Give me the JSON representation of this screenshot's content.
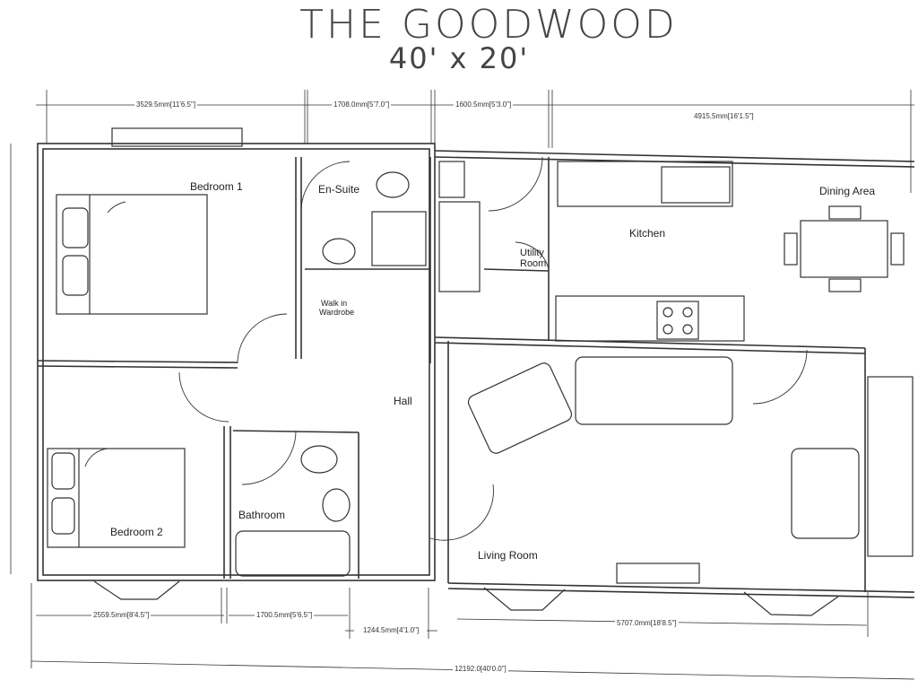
{
  "title": "THE GOODWOOD",
  "subtitle": "40' x 20'",
  "rooms": {
    "bedroom1": "Bedroom 1",
    "ensuite": "En-Suite",
    "walk_in_wardrobe_1": "Walk in",
    "walk_in_wardrobe_2": "Wardrobe",
    "utility_1": "Utility",
    "utility_2": "Room",
    "kitchen": "Kitchen",
    "dining": "Dining Area",
    "hall": "Hall",
    "bedroom2": "Bedroom 2",
    "bathroom": "Bathroom",
    "living": "Living Room"
  },
  "dimensions": {
    "top": [
      "3529.5mm[11'6.5\"]",
      "1708.0mm[5'7.0\"]",
      "1600.5mm[5'3.0\"]",
      "4915.5mm[16'1.5\"]"
    ],
    "bottom": [
      "2559.5mm[8'4.5\"]",
      "1700.5mm[5'6.5\"]",
      "1244.5mm[4'1.0\"]",
      "5707.0mm[18'8.5\"]"
    ],
    "overall": "12192.0[40'0.0\"]"
  }
}
